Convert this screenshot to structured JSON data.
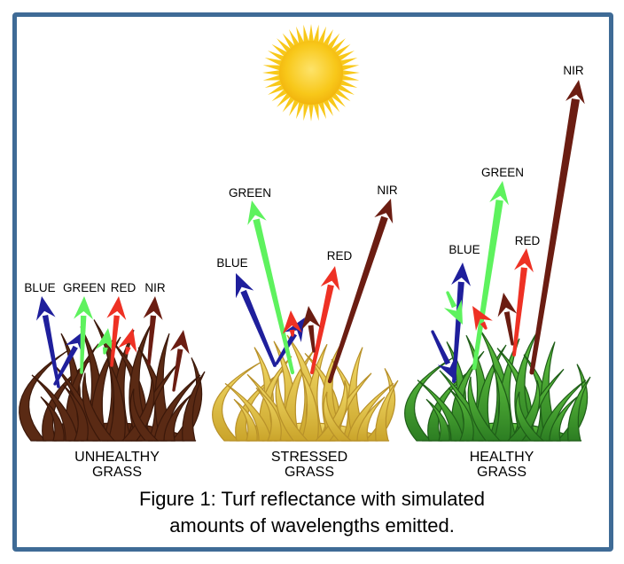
{
  "groups": [
    {
      "label_line1": "UNHEALTHY",
      "label_line2": "GRASS",
      "grass_color": "#5a2a14",
      "arrows": [
        {
          "label": "BLUE",
          "color": "#1f1f9c"
        },
        {
          "label": "GREEN",
          "color": "#5ef25e"
        },
        {
          "label": "RED",
          "color": "#ee3124"
        },
        {
          "label": "NIR",
          "color": "#6b1d12"
        }
      ]
    },
    {
      "label_line1": "STRESSED",
      "label_line2": "GRASS",
      "grass_color": "#e3c13c",
      "arrows": [
        {
          "label": "BLUE",
          "color": "#1f1f9c"
        },
        {
          "label": "GREEN",
          "color": "#5ef25e"
        },
        {
          "label": "RED",
          "color": "#ee3124"
        },
        {
          "label": "NIR",
          "color": "#6b1d12"
        }
      ]
    },
    {
      "label_line1": "HEALTHY",
      "label_line2": "GRASS",
      "grass_color": "#3a9a2a",
      "arrows": [
        {
          "label": "BLUE",
          "color": "#1f1f9c"
        },
        {
          "label": "GREEN",
          "color": "#5ef25e"
        },
        {
          "label": "RED",
          "color": "#ee3124"
        },
        {
          "label": "NIR",
          "color": "#6b1d12"
        }
      ]
    }
  ],
  "caption_line1": "Figure 1: Turf reflectance with simulated",
  "caption_line2": "amounts of wavelengths emitted.",
  "colors": {
    "frame": "#3f6b96",
    "sun": "#f8c81a"
  }
}
